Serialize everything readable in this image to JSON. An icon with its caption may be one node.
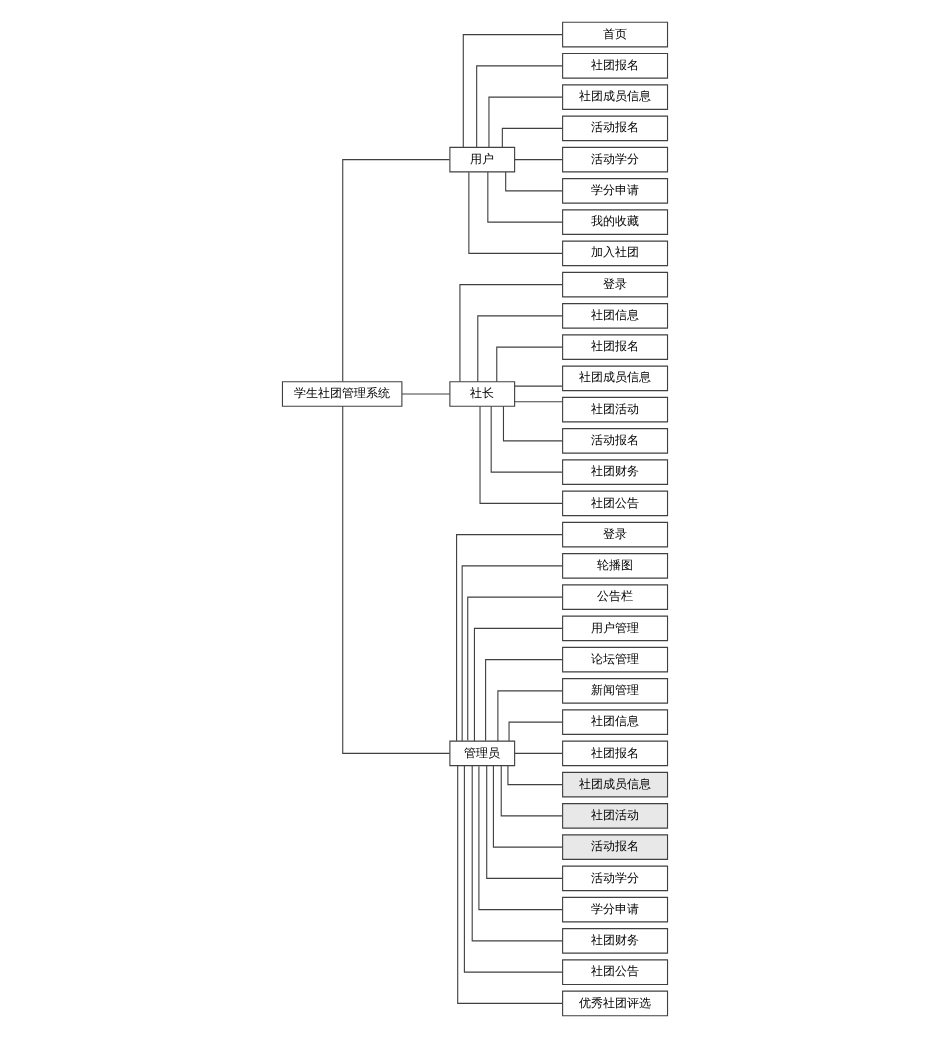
{
  "diagram": {
    "nodes": [
      {
        "text": [
          "学生社团管理系统"
        ]
      },
      {
        "text": [
          "用户"
        ]
      },
      {
        "text": [
          "社长"
        ]
      },
      {
        "text": [
          "管理员"
        ]
      },
      {
        "text": [
          "首页"
        ]
      },
      {
        "text": [
          "社团报名"
        ]
      },
      {
        "text": [
          "社团成员信息"
        ]
      },
      {
        "text": [
          "活动报名"
        ]
      },
      {
        "text": [
          "活动学分"
        ]
      },
      {
        "text": [
          "学分申请"
        ]
      },
      {
        "text": [
          "我的收藏"
        ]
      },
      {
        "text": [
          "加入社团"
        ]
      },
      {
        "text": [
          "登录"
        ]
      },
      {
        "text": [
          "社团信息"
        ]
      },
      {
        "text": [
          "社团报名"
        ]
      },
      {
        "text": [
          "社团成员信息"
        ]
      },
      {
        "text": [
          "社团活动"
        ]
      },
      {
        "text": [
          "活动报名"
        ]
      },
      {
        "text": [
          "社团财务"
        ]
      },
      {
        "text": [
          "社团公告"
        ]
      },
      {
        "text": [
          "登录"
        ]
      },
      {
        "text": [
          "轮播图"
        ]
      },
      {
        "text": [
          "公告栏"
        ]
      },
      {
        "text": [
          "用户管理"
        ]
      },
      {
        "text": [
          "论坛管理"
        ]
      },
      {
        "text": [
          "新闻管理"
        ]
      },
      {
        "text": [
          "社团信息"
        ]
      },
      {
        "text": [
          "社团报名"
        ]
      },
      {
        "text": [
          "社团成员信息"
        ]
      },
      {
        "text": [
          "社团活动"
        ]
      },
      {
        "text": [
          "活动报名"
        ]
      },
      {
        "text": [
          "活动学分"
        ]
      },
      {
        "text": [
          "学分申请"
        ]
      },
      {
        "text": [
          "社团财务"
        ]
      },
      {
        "text": [
          "社团公告"
        ]
      },
      {
        "text": [
          "优秀社团评选"
        ]
      }
    ],
    "edges": [
      {
        "from": 0,
        "to": 1,
        "arrow": "none"
      },
      {
        "from": 0,
        "to": 2,
        "arrow": "none"
      },
      {
        "from": 0,
        "to": 3,
        "arrow": "none"
      },
      {
        "from": 1,
        "to": 4,
        "arrow": "none"
      },
      {
        "from": 1,
        "to": 5,
        "arrow": "none"
      },
      {
        "from": 1,
        "to": 6,
        "arrow": "none"
      },
      {
        "from": 1,
        "to": 7,
        "arrow": "none"
      },
      {
        "from": 1,
        "to": 8,
        "arrow": "none"
      },
      {
        "from": 1,
        "to": 9,
        "arrow": "none"
      },
      {
        "from": 1,
        "to": 10,
        "arrow": "none"
      },
      {
        "from": 1,
        "to": 11,
        "arrow": "none"
      },
      {
        "from": 2,
        "to": 12,
        "arrow": "none"
      },
      {
        "from": 2,
        "to": 13,
        "arrow": "none"
      },
      {
        "from": 2,
        "to": 14,
        "arrow": "none"
      },
      {
        "from": 2,
        "to": 15,
        "arrow": "none"
      },
      {
        "from": 2,
        "to": 16,
        "arrow": "none"
      },
      {
        "from": 2,
        "to": 17,
        "arrow": "none"
      },
      {
        "from": 2,
        "to": 18,
        "arrow": "none"
      },
      {
        "from": 2,
        "to": 19,
        "arrow": "none"
      },
      {
        "from": 3,
        "to": 20,
        "arrow": "none"
      },
      {
        "from": 3,
        "to": 21,
        "arrow": "none"
      },
      {
        "from": 3,
        "to": 22,
        "arrow": "none"
      },
      {
        "from": 3,
        "to": 23,
        "arrow": "none"
      },
      {
        "from": 3,
        "to": 24,
        "arrow": "none"
      },
      {
        "from": 3,
        "to": 25,
        "arrow": "none"
      },
      {
        "from": 3,
        "to": 26,
        "arrow": "none"
      },
      {
        "from": 3,
        "to": 27,
        "arrow": "none"
      },
      {
        "from": 3,
        "to": 28,
        "arrow": "none"
      },
      {
        "from": 3,
        "to": 29,
        "arrow": "none"
      },
      {
        "from": 3,
        "to": 30,
        "arrow": "none"
      },
      {
        "from": 3,
        "to": 31,
        "arrow": "none"
      },
      {
        "from": 3,
        "to": 32,
        "arrow": "none"
      },
      {
        "from": 3,
        "to": 33,
        "arrow": "none"
      },
      {
        "from": 3,
        "to": 34,
        "arrow": "none"
      },
      {
        "from": 3,
        "to": 35,
        "arrow": "none"
      }
    ]
  }
}
